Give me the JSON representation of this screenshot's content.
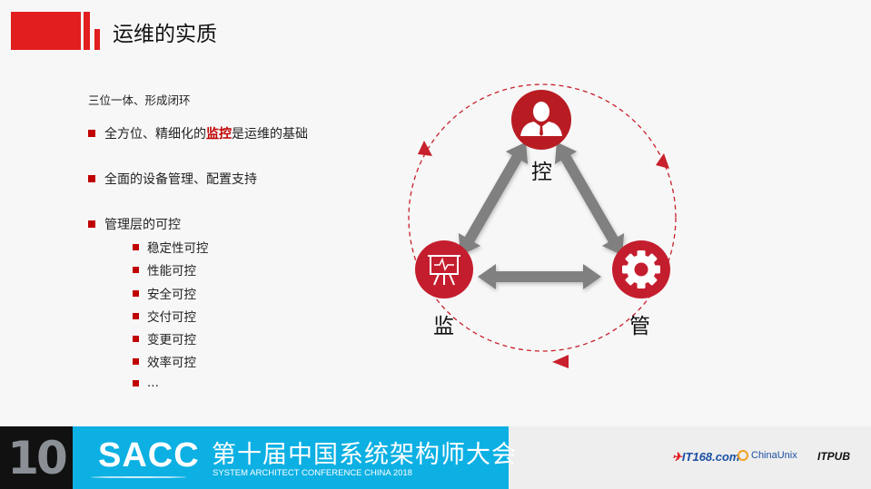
{
  "header": {
    "title": "运维的实质"
  },
  "content": {
    "intro": "三位一体、形成闭环",
    "bullets": [
      {
        "prefix": "全方位、精细化的",
        "highlight": "监控",
        "suffix": "是运维的基础"
      },
      {
        "text": "全面的设备管理、配置支持"
      },
      {
        "text": "管理层的可控"
      }
    ],
    "sub_bullets": [
      "稳定性可控",
      "性能可控",
      "安全可控",
      "交付可控",
      "变更可控",
      "效率可控",
      "..."
    ]
  },
  "diagram": {
    "nodes": [
      {
        "label": "控",
        "icon": "person-icon"
      },
      {
        "label": "监",
        "icon": "presentation-chart-icon"
      },
      {
        "label": "管",
        "icon": "gear-icon"
      }
    ],
    "colors": {
      "node": "#c0202c",
      "arrow": "#808080",
      "cycle": "#c8202c"
    }
  },
  "footer": {
    "badge": "10",
    "brand": "SACC",
    "title_cn": "第十届中国系统架构师大会",
    "title_en": "SYSTEM ARCHITECT CONFERENCE CHINA 2018",
    "partners": [
      "IT168.com",
      "ChinaUnix",
      "ITPUB"
    ],
    "colors": {
      "band": "#0db0e3",
      "accent": "#e21e1e"
    }
  }
}
